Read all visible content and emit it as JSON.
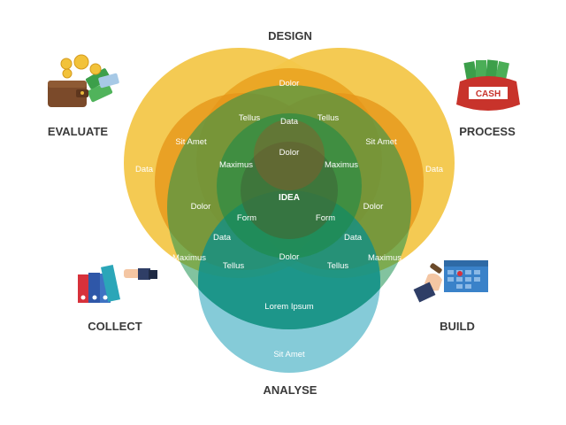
{
  "diagram": {
    "labels": {
      "design": "DESIGN",
      "evaluate": "EVALUATE",
      "process": "PROCESS",
      "collect": "COLLECT",
      "build": "BUILD",
      "analyse": "ANALYSE"
    },
    "regions": {
      "dolor_top": "Dolor",
      "tellus_left_top": "Tellus",
      "data_top": "Data",
      "tellus_right_top": "Tellus",
      "sit_amet_left": "Sit Amet",
      "sit_amet_right": "Sit Amet",
      "data_far_left": "Data",
      "data_far_right": "Data",
      "maximus_left_upper": "Maximus",
      "dolor_upper_center": "Dolor",
      "maximus_right_upper": "Maximus",
      "idea": "IDEA",
      "dolor_left": "Dolor",
      "form_left": "Form",
      "form_right": "Form",
      "dolor_right": "Dolor",
      "data_left_lower": "Data",
      "data_right_lower": "Data",
      "maximus_left_lower": "Maximus",
      "tellus_left_lower": "Tellus",
      "dolor_lower_center": "Dolor",
      "tellus_right_lower": "Tellus",
      "maximus_right_lower": "Maximus",
      "lorem_ipsum": "Lorem Ipsum",
      "sit_amet_bottom": "Sit Amet"
    },
    "icons": {
      "evaluate": "wallet-coins-icon",
      "process": "cash-bag-icon",
      "collect": "binders-hand-icon",
      "build": "calendar-hand-icon"
    },
    "icon_text": {
      "cash": "CASH"
    },
    "colors": {
      "big_yellow": "#F3C74A",
      "mid_orange": "#E9A11E",
      "dark_orange": "#DB8213",
      "teal": "#7FC8D5",
      "green": "#1C9150",
      "label_gray": "#3A3A3A"
    }
  }
}
